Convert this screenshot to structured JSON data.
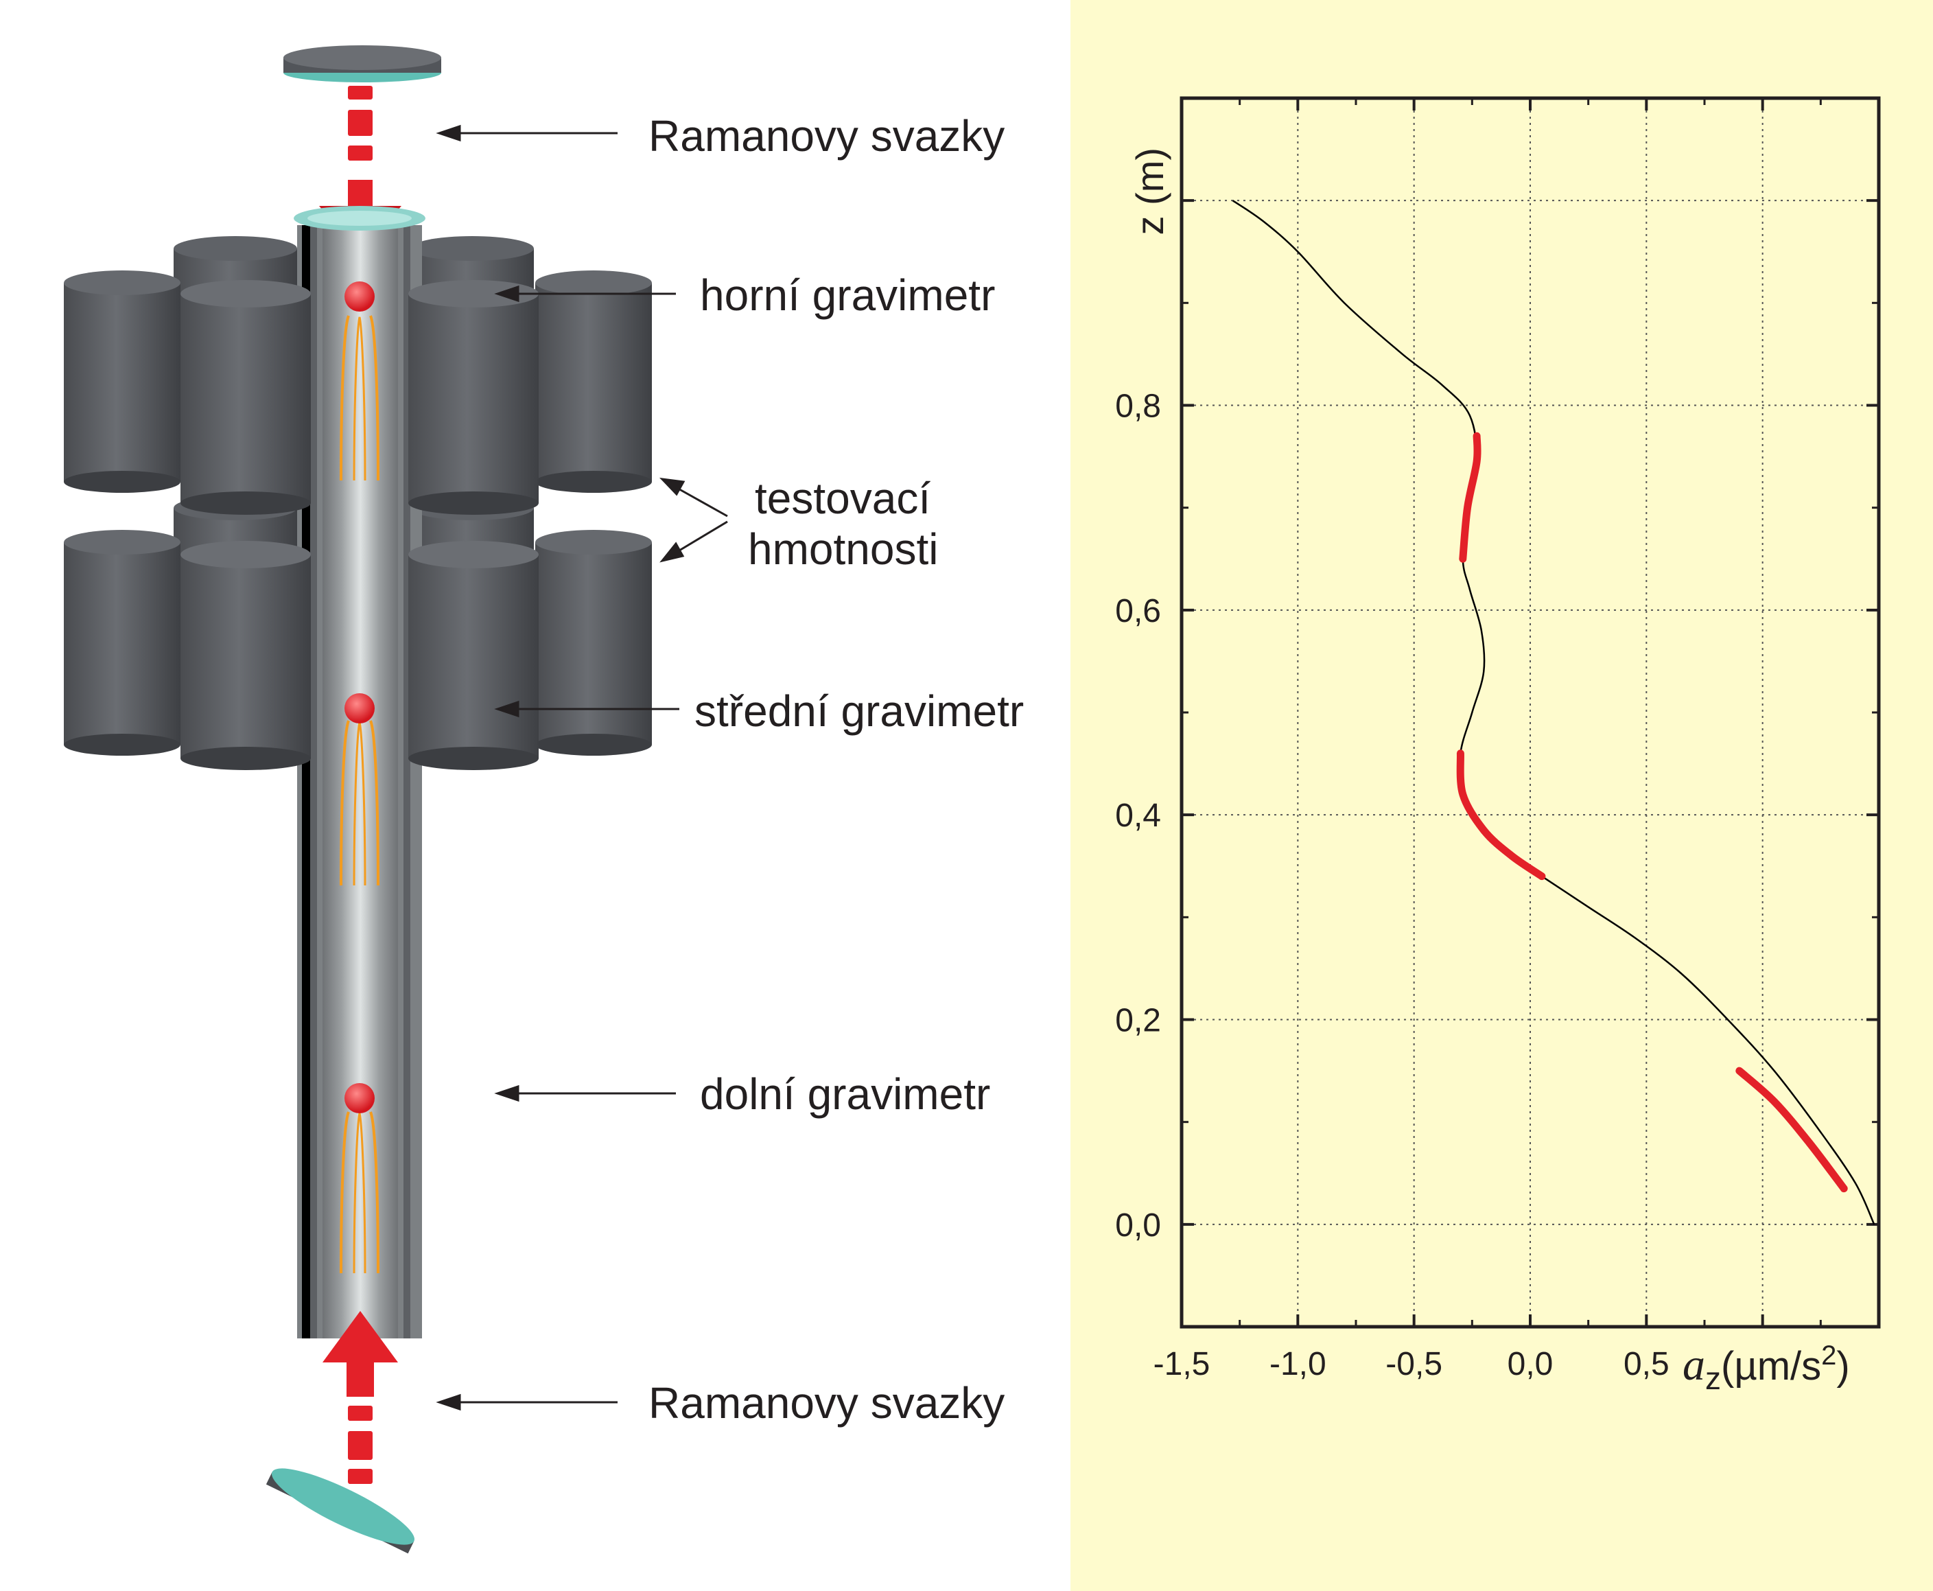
{
  "diagram": {
    "labels": {
      "raman_top": "Ramanovy svazky",
      "upper_gravimeter": "horní gravimetr",
      "test_masses_line1": "testovací",
      "test_masses_line2": "hmotnosti",
      "middle_gravimeter": "střední gravimetr",
      "lower_gravimeter": "dolní gravimetr",
      "raman_bottom": "Ramanovy svazky"
    },
    "colors": {
      "background": "#ffffff",
      "cylinder": "#5a5d61",
      "tube": "#b6babb",
      "beam": "#e32129",
      "atom": "#e63a3f",
      "trajectory": "#f39c1f",
      "mirror": "#5fbfb4",
      "label_text": "#231f20"
    }
  },
  "chart_data": {
    "type": "line",
    "background": "#fefbcd",
    "xlim": [
      -1.5,
      1.5
    ],
    "ylim": [
      -0.1,
      1.1
    ],
    "x_ticks": [
      "-1,5",
      "-1,0",
      "-0,5",
      "0,0",
      "0,5"
    ],
    "y_ticks": [
      "0,0",
      "0,2",
      "0,4",
      "0,6",
      "0,8"
    ],
    "y_label_top": "z (m)",
    "x_label_symbol": "a",
    "x_label_sub": "z",
    "x_label_unit": "(µm/s",
    "x_label_sup": "2",
    "x_label_close": ")",
    "grid": true,
    "series": [
      {
        "color": "#000000",
        "points": [
          [
            1.48,
            0.0
          ],
          [
            1.4,
            0.04
          ],
          [
            1.25,
            0.09
          ],
          [
            1.05,
            0.15
          ],
          [
            0.85,
            0.2
          ],
          [
            0.65,
            0.245
          ],
          [
            0.45,
            0.28
          ],
          [
            0.25,
            0.31
          ],
          [
            0.05,
            0.34
          ],
          [
            -0.08,
            0.36
          ],
          [
            -0.2,
            0.385
          ],
          [
            -0.29,
            0.42
          ],
          [
            -0.3,
            0.46
          ],
          [
            -0.25,
            0.5
          ],
          [
            -0.2,
            0.54
          ],
          [
            -0.21,
            0.58
          ],
          [
            -0.26,
            0.62
          ],
          [
            -0.29,
            0.65
          ],
          [
            -0.27,
            0.7
          ],
          [
            -0.23,
            0.745
          ],
          [
            -0.26,
            0.79
          ],
          [
            -0.38,
            0.82
          ],
          [
            -0.55,
            0.85
          ],
          [
            -0.8,
            0.9
          ],
          [
            -1.0,
            0.95
          ],
          [
            -1.15,
            0.98
          ],
          [
            -1.28,
            1.0
          ]
        ]
      }
    ],
    "highlight_segments": [
      {
        "color": "#e32129",
        "points": [
          [
            1.35,
            0.035
          ],
          [
            1.2,
            0.08
          ],
          [
            1.05,
            0.12
          ],
          [
            0.9,
            0.15
          ]
        ]
      },
      {
        "color": "#e32129",
        "points": [
          [
            0.05,
            0.34
          ],
          [
            -0.08,
            0.36
          ],
          [
            -0.2,
            0.385
          ],
          [
            -0.29,
            0.42
          ],
          [
            -0.3,
            0.46
          ]
        ]
      },
      {
        "color": "#e32129",
        "points": [
          [
            -0.29,
            0.65
          ],
          [
            -0.27,
            0.7
          ],
          [
            -0.23,
            0.745
          ],
          [
            -0.23,
            0.77
          ]
        ]
      }
    ]
  }
}
